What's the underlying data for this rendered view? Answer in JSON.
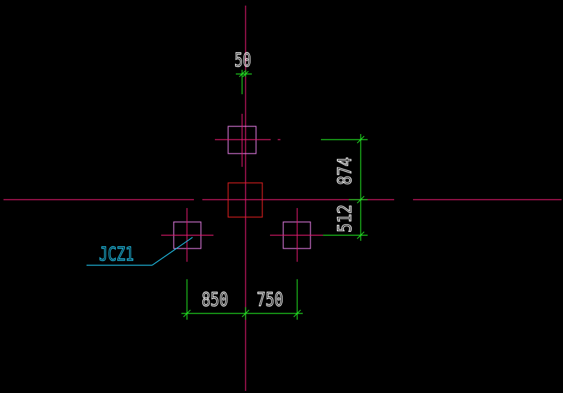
{
  "colors": {
    "background": "#000000",
    "axis": "#e0196e",
    "pile_outline": "#e07ae0",
    "cap_outline": "#e02020",
    "dimension": "#22e022",
    "dimension_text": "#ffffff",
    "leader": "#22c7f0"
  },
  "dimensions": {
    "top_offset": "50",
    "upper_spacing": "874",
    "lower_spacing": "512",
    "left_spacing": "850",
    "right_spacing": "750"
  },
  "labels": {
    "pile_tag": "JCZ1"
  }
}
